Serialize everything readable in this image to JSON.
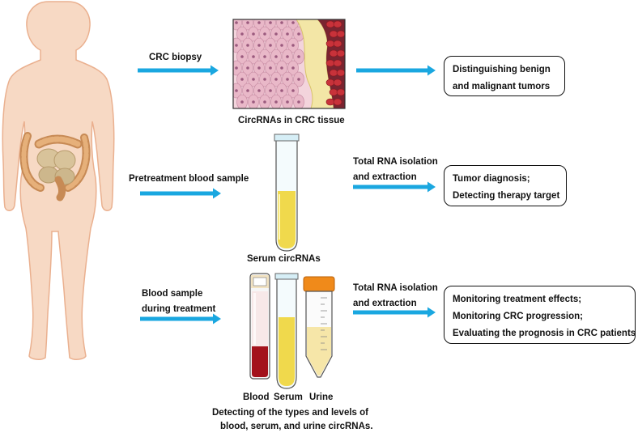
{
  "labels": {
    "crc_biopsy": "CRC biopsy",
    "circrna_tissue": "CircRNAs in CRC tissue",
    "pretreatment": "Pretreatment blood sample",
    "isolation1_l1": "Total RNA isolation",
    "isolation1_l2": "and extraction",
    "serum_circrnas": "Serum circRNAs",
    "during_l1": "Blood sample",
    "during_l2": "during treatment",
    "isolation2_l1": "Total RNA isolation",
    "isolation2_l2": "and extraction",
    "blood": "Blood",
    "serum": "Serum",
    "urine": "Urine",
    "detect_l1": "Detecting of the types and levels of",
    "detect_l2": "blood, serum, and urine circRNAs."
  },
  "outcomes": {
    "box1": [
      "Distinguishing benign",
      "and malignant tumors"
    ],
    "box2": [
      "Tumor diagnosis;",
      "Detecting therapy target"
    ],
    "box3": [
      "Monitoring treatment effects;",
      "Monitoring CRC progression;",
      "Evaluating the prognosis in CRC patients"
    ]
  },
  "colors": {
    "arrow": "#1aa7e0",
    "skin": "#f7d9c4",
    "skin_outline": "#eab08f",
    "serum": "#f0d94c",
    "blood": "#a3121c",
    "cap": "#f08a1a"
  }
}
